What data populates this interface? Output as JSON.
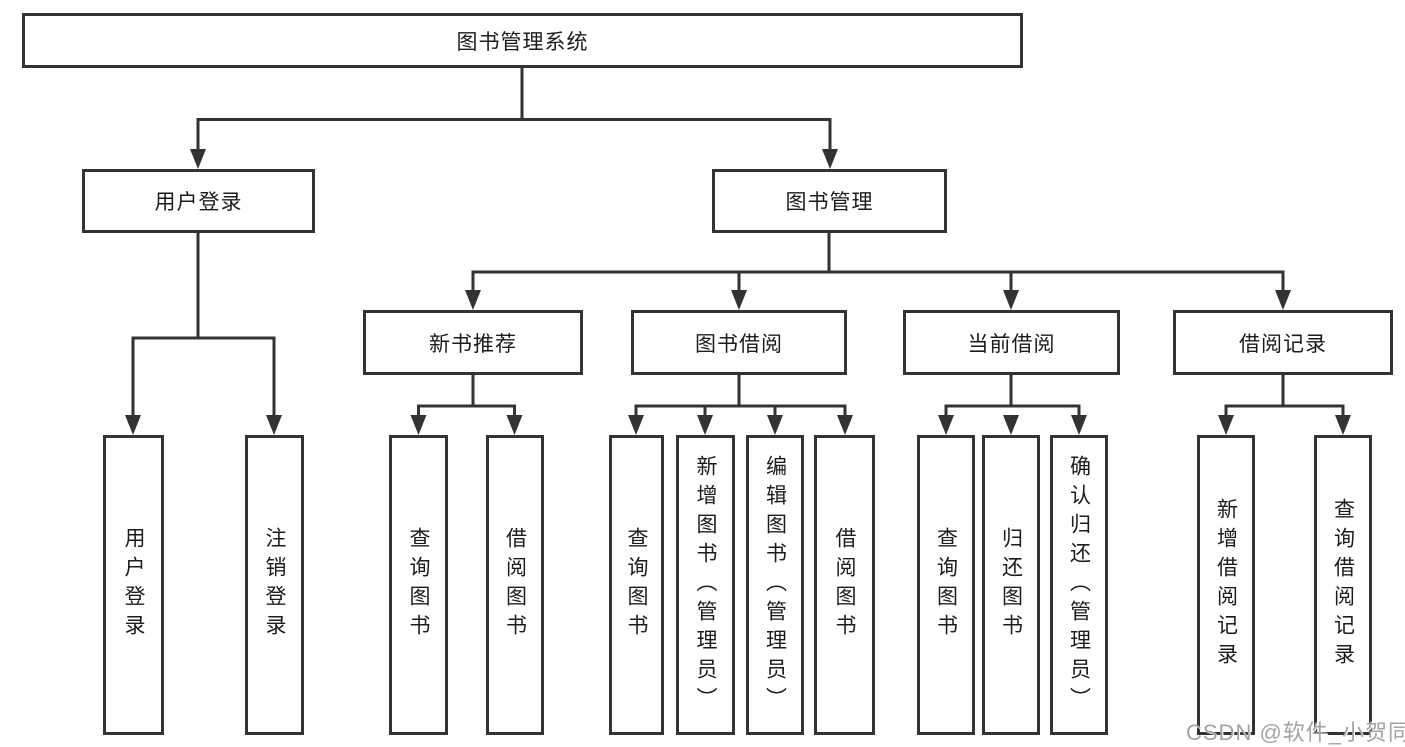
{
  "diagram_title": "图书管理系统",
  "colors": {
    "line": "#333333",
    "box_border": "#333333",
    "text": "#1c1c1c",
    "background": "#ffffff",
    "watermark": "#a3a3a3"
  },
  "tree": {
    "root": {
      "label": "图书管理系统"
    },
    "branches": [
      {
        "label": "用户登录",
        "children": [
          {
            "label": "用户登录"
          },
          {
            "label": "注销登录"
          }
        ]
      },
      {
        "label": "图书管理",
        "children": [
          {
            "label": "新书推荐",
            "children": [
              {
                "label": "查询图书"
              },
              {
                "label": "借阅图书"
              }
            ]
          },
          {
            "label": "图书借阅",
            "children": [
              {
                "label": "查询图书"
              },
              {
                "label": "新增图书（管理员）"
              },
              {
                "label": "编辑图书（管理员）"
              },
              {
                "label": "借阅图书"
              }
            ]
          },
          {
            "label": "当前借阅",
            "children": [
              {
                "label": "查询图书"
              },
              {
                "label": "归还图书"
              },
              {
                "label": "确认归还（管理员）"
              }
            ]
          },
          {
            "label": "借阅记录",
            "children": [
              {
                "label": "新增借阅记录"
              },
              {
                "label": "查询借阅记录"
              }
            ]
          }
        ]
      }
    ]
  },
  "watermark": {
    "text": "CSDN @软件_小贺同学"
  }
}
